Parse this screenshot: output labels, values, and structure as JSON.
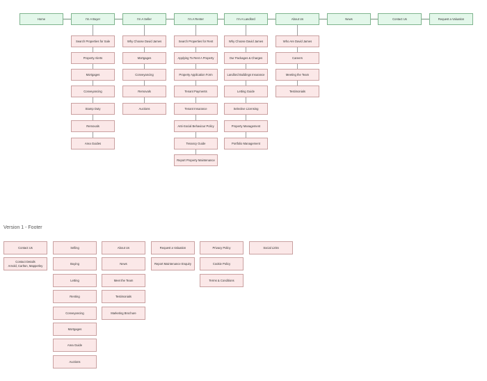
{
  "nav": [
    {
      "label": "Home"
    },
    {
      "label": "I'm A Buyer"
    },
    {
      "label": "I'm A Seller"
    },
    {
      "label": "I'm A Renter"
    },
    {
      "label": "I'm A Landlord"
    },
    {
      "label": "About Us"
    },
    {
      "label": "News"
    },
    {
      "label": "Contact Us"
    },
    {
      "label": "Request a Valuation"
    }
  ],
  "columns": {
    "buyer": [
      "Search Properties for Sale",
      "Property Alerts",
      "Mortgages",
      "Conveyancing",
      "Stamp Duty",
      "Removals",
      "Area Guides"
    ],
    "seller": [
      "Why Choose David James",
      "Mortgages",
      "Conveyancing",
      "Removals",
      "Auctions"
    ],
    "renter": [
      "Search Properties for Rent",
      "Applying To Rent A Property",
      "Property Application Form",
      "Tenant Payments",
      "Tenant Insurance",
      "Anti-Social Behaviour Policy",
      "Tenancy Guide",
      "Report Property Maintenance"
    ],
    "landlord": [
      "Why Choose David James",
      "Our Packages & Charges",
      "Landlord Buildings Insurance",
      "Letting Guide",
      "Selective Licensing",
      "Property Management",
      "Portfolio Management"
    ],
    "about": [
      "Who Are David James",
      "Careers",
      "Meeting the Team",
      "Testimonials"
    ]
  },
  "footer": {
    "title": "Version 1 - Footer",
    "col1": [
      "Contact Us",
      "Contact Details\nArnold, Carlton, Mapperley"
    ],
    "col2": [
      "Selling",
      "Buying",
      "Letting",
      "Renting",
      "Conveyancing",
      "Mortgages",
      "Area Guide",
      "Auctions"
    ],
    "col3": [
      "About Us",
      "News",
      "Meet the Team",
      "Testimonials",
      "Marketing Brochure"
    ],
    "col4": [
      "Request a Valuation",
      "Report Maintenance Enquiry"
    ],
    "col5": [
      "Privacy Policy",
      "Cookie Policy",
      "Terms & Conditions"
    ],
    "col6": [
      "Social Links"
    ]
  },
  "colors": {
    "nav_fill": "#e3f7ea",
    "nav_border": "#7fb48e",
    "item_fill": "#fbe8e8",
    "item_border": "#c9a0a0"
  }
}
